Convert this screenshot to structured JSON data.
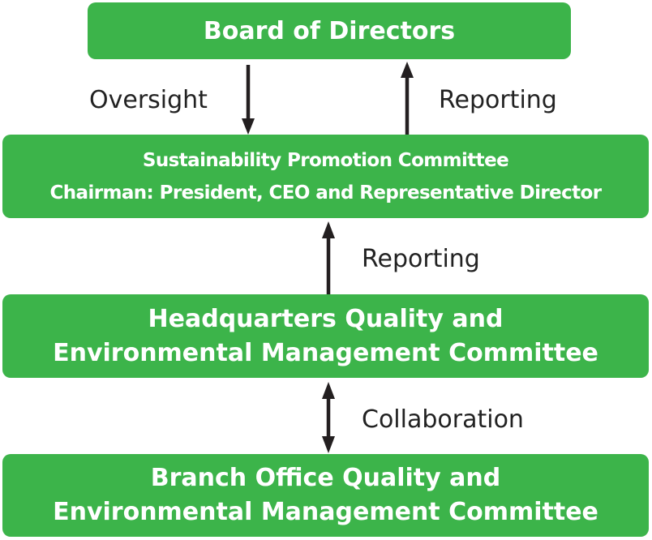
{
  "boxes": {
    "board": "Board of Directors",
    "sustainability_line1": "Sustainability Promotion Committee",
    "sustainability_line2": "Chairman: President, CEO and Representative Director",
    "hq_line1": "Headquarters Quality and",
    "hq_line2": "Environmental Management Committee",
    "branch_line1": "Branch Office Quality and",
    "branch_line2": "Environmental Management Committee"
  },
  "labels": {
    "oversight": "Oversight",
    "reporting_upper": "Reporting",
    "reporting_lower": "Reporting",
    "collaboration": "Collaboration"
  },
  "colors": {
    "box_fill": "#3cb44a",
    "box_text": "#ffffff",
    "arrow": "#231f20"
  }
}
